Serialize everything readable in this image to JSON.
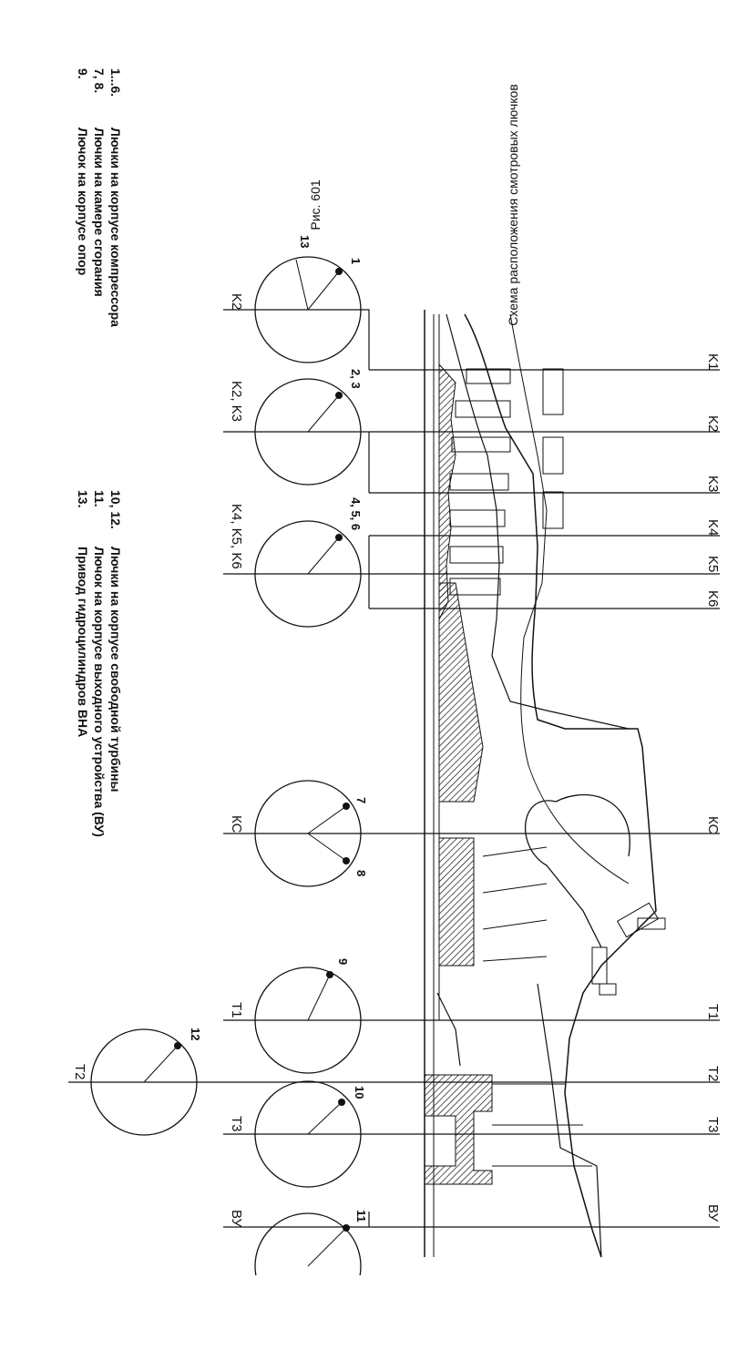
{
  "caption": {
    "title": "Схема расположения смотровых лючков",
    "figure": "Рис. 601"
  },
  "legend_left": [
    {
      "num": "1...6.",
      "text": "Лючки на корпусе компрессора"
    },
    {
      "num": "7, 8.",
      "text": "Лючки на камере сгорания"
    },
    {
      "num": "9.",
      "text": "Лючок на корпусе опор"
    }
  ],
  "legend_right": [
    {
      "num": "10, 12.",
      "text": "Лючки на корпусе свободной турбины"
    },
    {
      "num": "11.",
      "text": "Лючок на корпусе выходного устройства (ВУ)"
    },
    {
      "num": "13.",
      "text": "Привод гидроцилиндров ВНА"
    }
  ],
  "stations_right": [
    "K1",
    "K2",
    "K3",
    "K4",
    "K5",
    "K6",
    "КС",
    "T1",
    "T2",
    "T3",
    "ВУ"
  ],
  "circles": [
    {
      "pos": "2",
      "station": "K2",
      "hatch_label": "1",
      "extra_label": "13"
    },
    {
      "pos": "3",
      "station": "K2, K3",
      "hatch_label": "2, 3"
    },
    {
      "pos": "4",
      "station": "K4, K5, K6",
      "hatch_label": "4, 5, 6"
    },
    {
      "pos": "КС",
      "station": "КС",
      "hatch_label": "7",
      "hatch_label2": "8"
    },
    {
      "pos": "T1",
      "station": "T1",
      "hatch_label": "9"
    },
    {
      "pos": "T2",
      "station": "T2",
      "hatch_label": "12"
    },
    {
      "pos": "T3",
      "station": "T3",
      "hatch_label": "10"
    },
    {
      "pos": "ВУ",
      "station": "ВУ",
      "hatch_label": "11"
    }
  ]
}
